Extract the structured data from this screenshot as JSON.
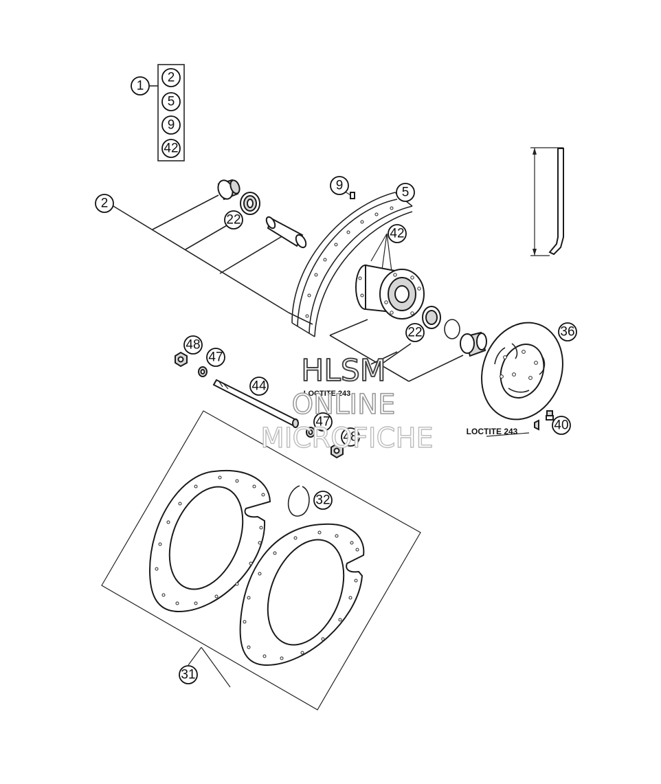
{
  "callouts": {
    "kit_1": "1",
    "kit_2": "2",
    "kit_5": "5",
    "kit_9": "9",
    "kit_42": "42",
    "c2": "2",
    "c9": "9",
    "c5": "5",
    "c42": "42",
    "c22a": "22",
    "c22b": "22",
    "c36": "36",
    "c48a": "48",
    "c47a": "47",
    "c44": "44",
    "c47b": "47",
    "c48b": "48",
    "c40": "40",
    "c32": "32",
    "c31": "31"
  },
  "labels": {
    "loctite_axle": "LOCTITE 243",
    "loctite_disc": "LOCTITE 243"
  },
  "watermark": {
    "line1": "HLSM",
    "line2": "ONLINE",
    "line3": "MICROFICHE"
  }
}
